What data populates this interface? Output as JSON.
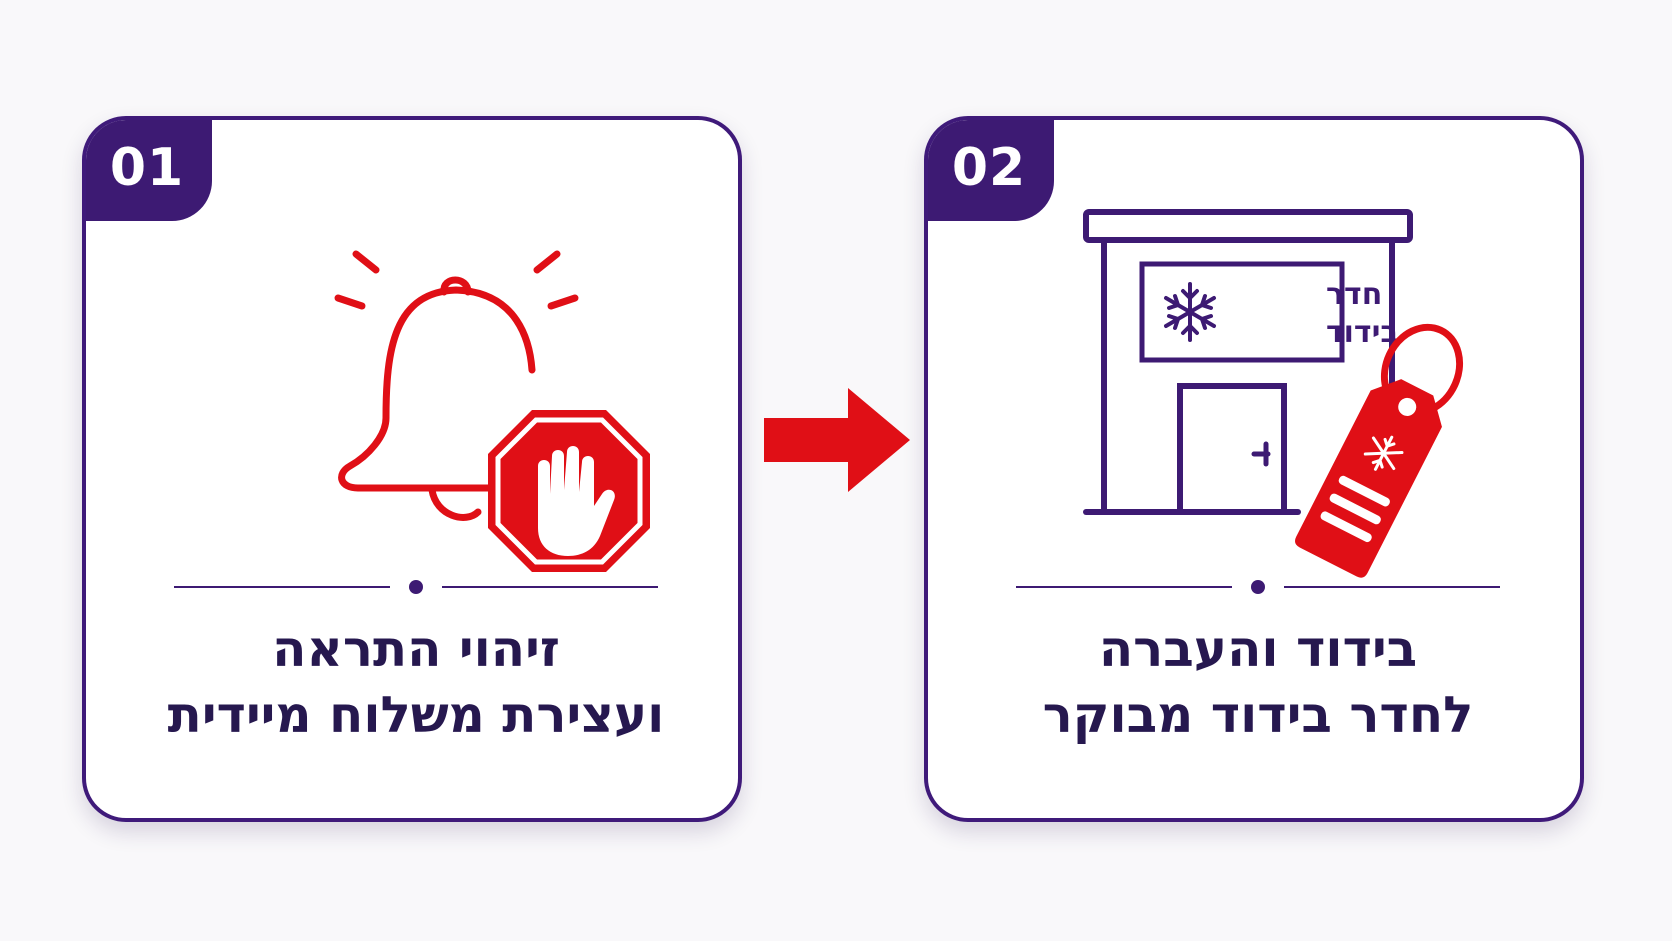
{
  "colors": {
    "accent_purple": "#3d1a73",
    "accent_red": "#e00f16",
    "caption_text": "#26184f"
  },
  "steps": [
    {
      "number": "01",
      "icon": "bell-with-stop-sign-icon",
      "caption_line1": "זיהוי התראה",
      "caption_line2": "ועצירת משלוח מיידית"
    },
    {
      "number": "02",
      "icon": "isolation-room-building-icon",
      "sign_line1": "חדר",
      "sign_line2": "בידוד",
      "caption_line1": "בידוד והעברה",
      "caption_line2": "לחדר בידוד מבוקר"
    }
  ],
  "connector_icon": "right-arrow-icon"
}
